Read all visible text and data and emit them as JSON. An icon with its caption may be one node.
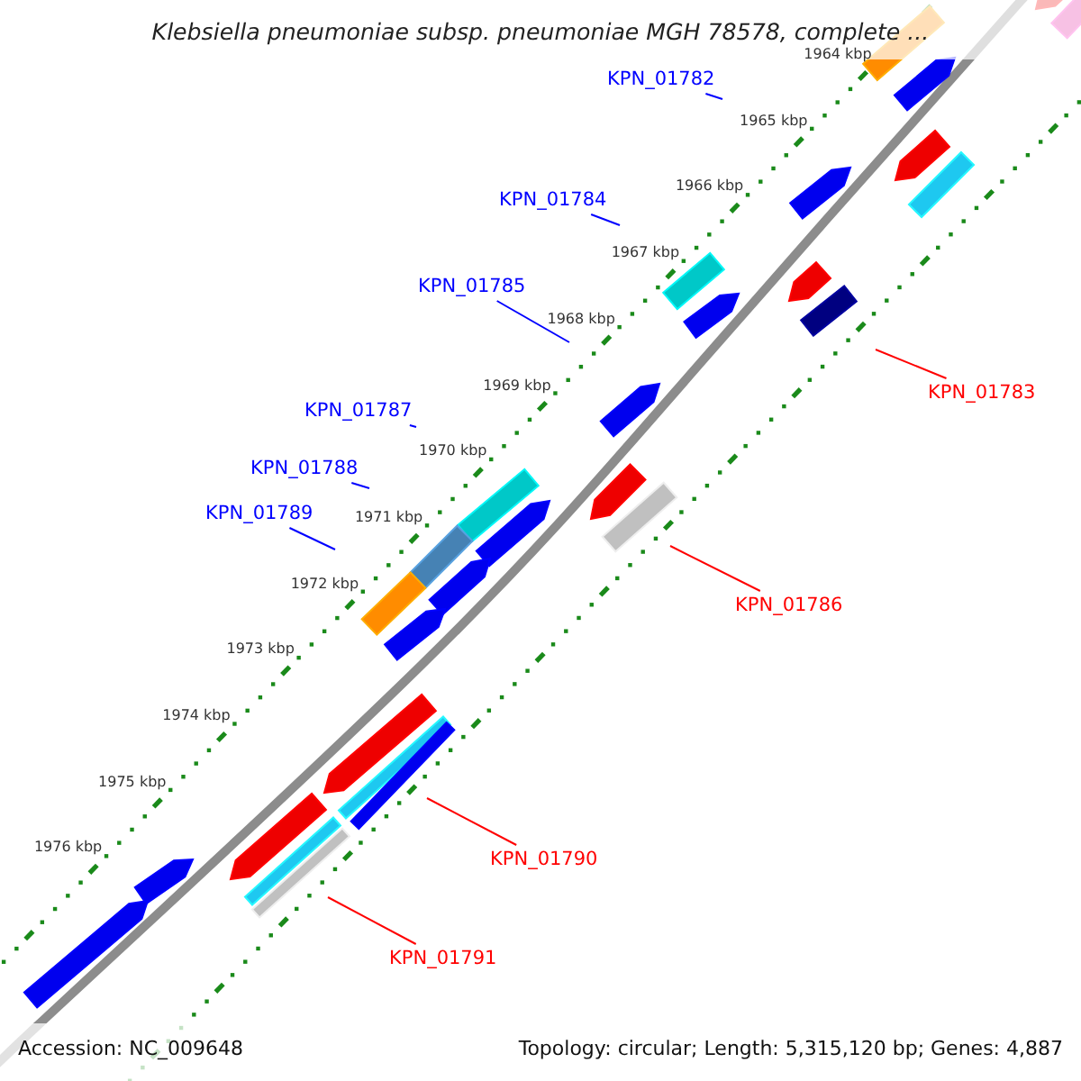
{
  "diagram": {
    "title": "Klebsiella pneumoniae subsp. pneumoniae MGH 78578, complete ...",
    "nodes": [
      {
        "text": [
          "KPN_01782"
        ]
      },
      {
        "text": [
          "KPN_01784"
        ]
      },
      {
        "text": [
          "KPN_01785"
        ]
      },
      {
        "text": [
          "KPN_01783"
        ]
      },
      {
        "text": [
          "KPN_01787"
        ]
      },
      {
        "text": [
          "KPN_01788"
        ]
      },
      {
        "text": [
          "KPN_01789"
        ]
      },
      {
        "text": [
          "KPN_01786"
        ]
      },
      {
        "text": [
          "KPN_01790"
        ]
      },
      {
        "text": [
          "KPN_01791"
        ]
      }
    ],
    "edges": [
      {
        "from": 0,
        "to": null,
        "arrow": "none"
      },
      {
        "from": 1,
        "to": null,
        "arrow": "none"
      },
      {
        "from": 2,
        "to": null,
        "arrow": "none"
      },
      {
        "from": 3,
        "to": null,
        "arrow": "none",
        "color": "#ff0000"
      },
      {
        "from": 4,
        "to": null,
        "arrow": "none"
      },
      {
        "from": 5,
        "to": null,
        "arrow": "none"
      },
      {
        "from": 6,
        "to": null,
        "arrow": "none"
      },
      {
        "from": 7,
        "to": null,
        "arrow": "none",
        "color": "#ff0000"
      },
      {
        "from": 8,
        "to": null,
        "arrow": "none",
        "color": "#ff0000"
      },
      {
        "from": 9,
        "to": null,
        "arrow": "none",
        "color": "#ff0000"
      }
    ],
    "labels": [
      "1964 kbp",
      "1965 kbp",
      "1966 kbp",
      "1967 kbp",
      "1968 kbp",
      "1969 kbp",
      "1970 kbp",
      "1971 kbp",
      "1972 kbp",
      "1973 kbp",
      "1974 kbp",
      "1975 kbp",
      "1976 kbp",
      "Accession: NC_009648",
      "Topology: circular; Length: 5,315,120 bp; Genes: 4,887"
    ]
  }
}
